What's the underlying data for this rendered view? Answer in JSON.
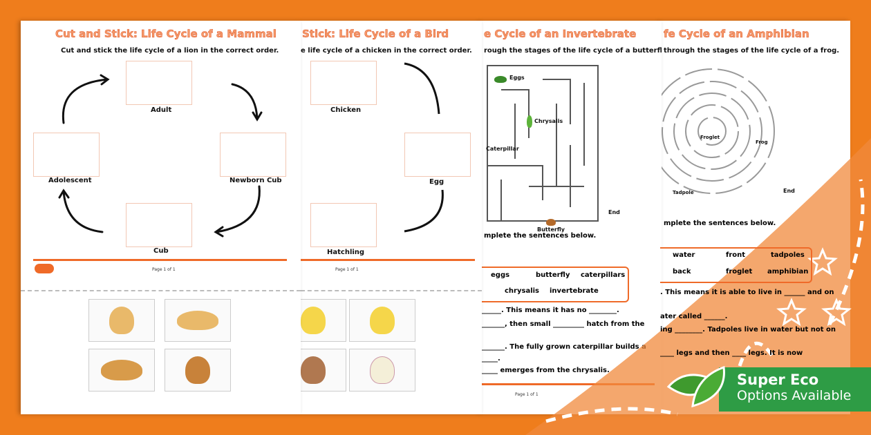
{
  "page1": {
    "title": "Cut and Stick: Life Cycle of a Mammal",
    "subtitle": "Cut and stick the life cycle of a lion in the correct order.",
    "stages": [
      "Adult",
      "Newborn Cub",
      "Cub",
      "Adolescent"
    ],
    "page_num": "Page 1 of 1"
  },
  "page2": {
    "title": "Stick: Life Cycle of a Bird",
    "subtitle": "e life cycle of a chicken in the correct order.",
    "stages": [
      "Chicken",
      "Egg",
      "Hatchling"
    ],
    "page_num": "Page 1 of 1"
  },
  "page3": {
    "title": "e Cycle of an Invertebrate",
    "subtitle": "rough the stages of the life cycle of a butterfly.",
    "maze_labels": [
      "Eggs",
      "Chrysalis",
      "Caterpillar",
      "Butterfly",
      "End"
    ],
    "instruction": "mplete the sentences below.",
    "words": [
      "eggs",
      "butterfly",
      "caterpillars",
      "chrysalis",
      "invertebrate"
    ],
    "sentences": [
      "______. This means it has no ________.",
      "_______, then small _________ hatch from the",
      "_______. The fully grown caterpillar builds a",
      "_____.",
      "_____ emerges from the chrysalis."
    ],
    "page_num": "Page 1 of 1"
  },
  "page4": {
    "title": "fe Cycle of an Amphibian",
    "subtitle": "through the stages of the life cycle of a frog.",
    "maze_labels": [
      "Froglet",
      "Frog",
      "Tadpole",
      "End"
    ],
    "instruction": "mplete the sentences below.",
    "words": [
      "water",
      "front",
      "tadpoles",
      "back",
      "froglet",
      "amphibian"
    ],
    "sentences": [
      ". This means it is able to live in ______ and on",
      "ater called ______.",
      "ing ________. Tadpoles live in water but not on",
      "____ legs and then ____ legs. It is now"
    ]
  },
  "badge": {
    "line1": "Super Eco",
    "line2": "Options Available",
    "color": "#2e9c45"
  },
  "colors": {
    "background": "#ef7d1c",
    "accent": "#ef6a28"
  }
}
